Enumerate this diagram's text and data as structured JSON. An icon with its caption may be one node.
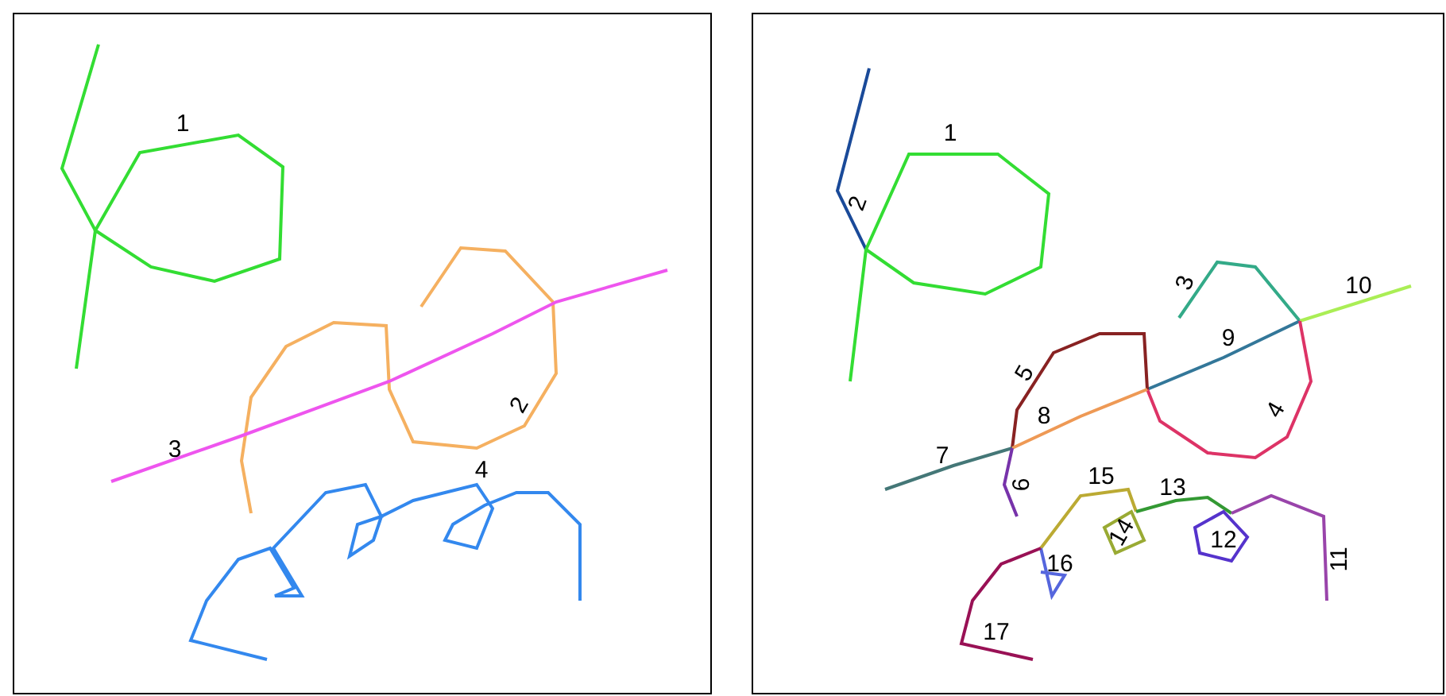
{
  "diagram": {
    "nodes": [
      {
        "text": [],
        "shape": "box"
      },
      {
        "text": [],
        "shape": "box"
      }
    ],
    "labels": [
      "1",
      "2",
      "3",
      "4",
      "2",
      "1",
      "3",
      "10",
      "9",
      "5",
      "4",
      "8",
      "7",
      "6",
      "15",
      "13",
      "14",
      "12",
      "11",
      "16",
      "17"
    ]
  }
}
